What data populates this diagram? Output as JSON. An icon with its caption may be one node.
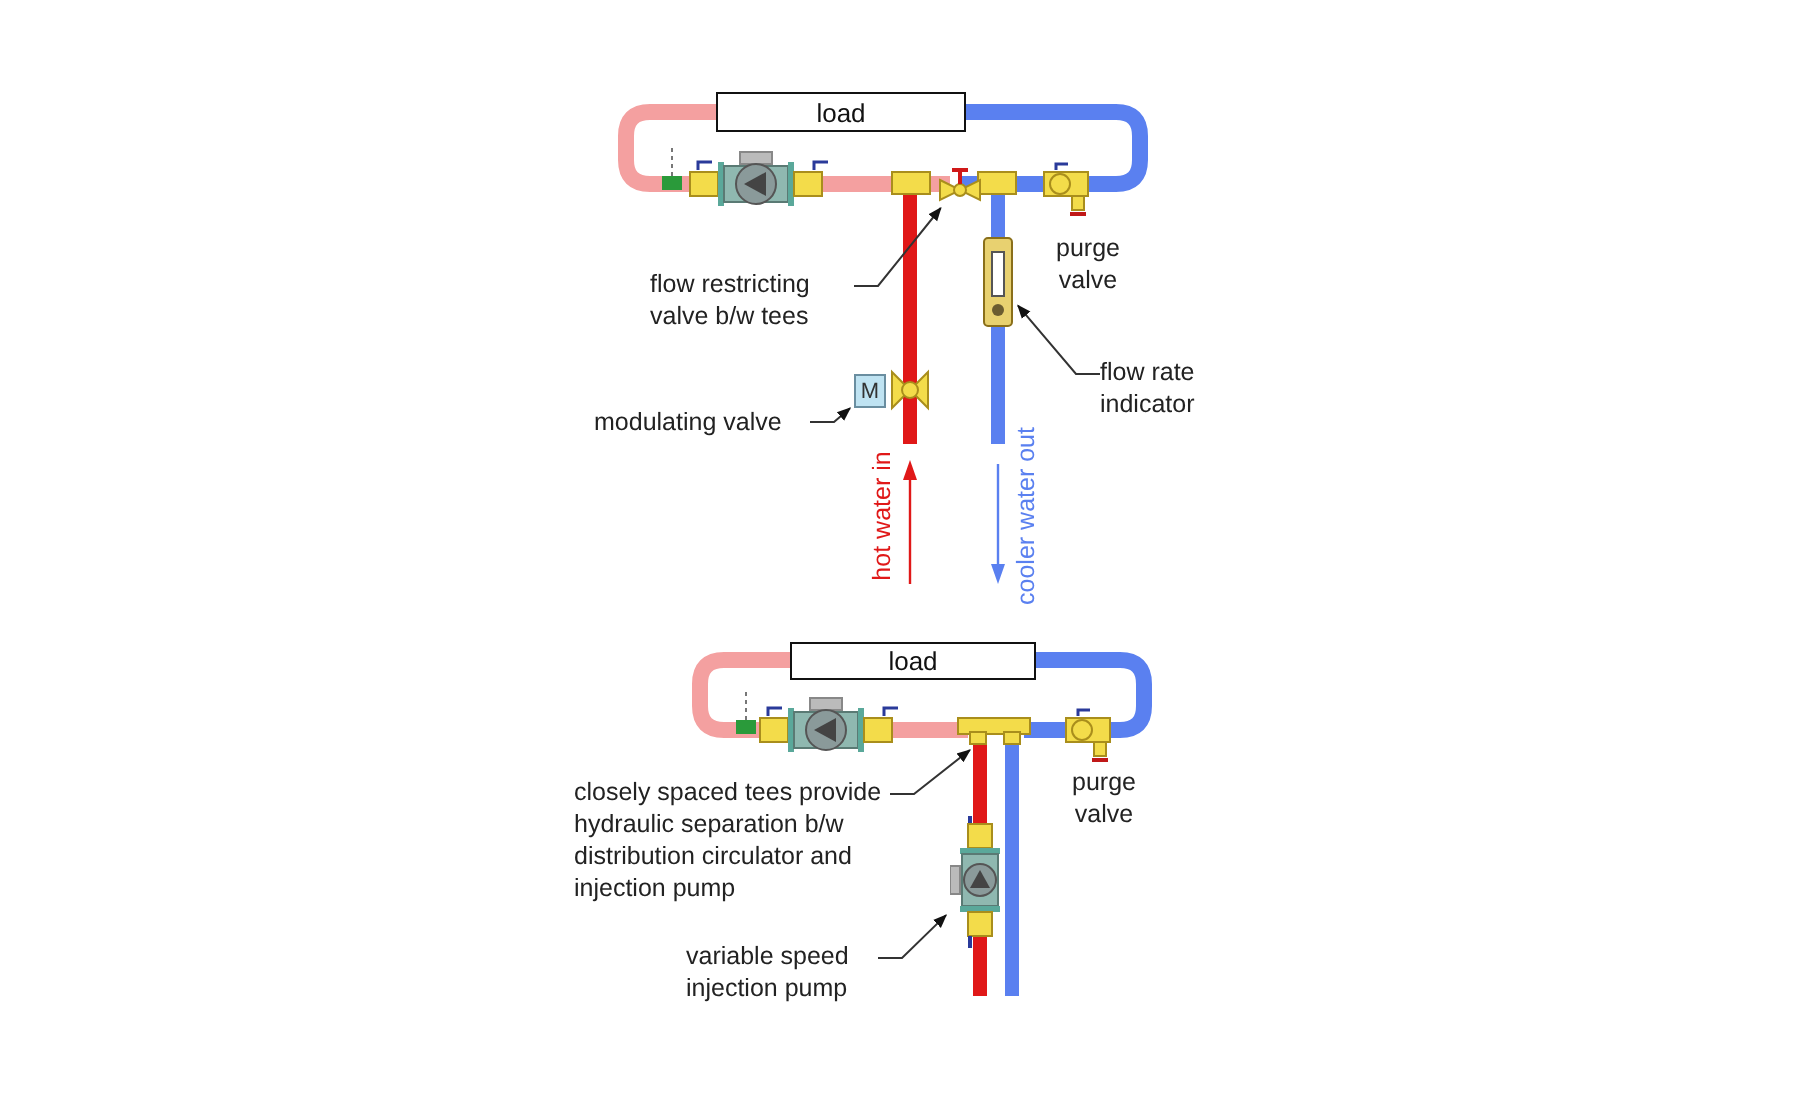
{
  "diagram": {
    "nodes": [
      {
        "text": [
          "load"
        ]
      },
      {
        "text": [
          "flow restricting valve b/w tees"
        ]
      },
      {
        "text": [],
        "shape": "valve"
      },
      {
        "text": [
          "modulating valve"
        ]
      },
      {
        "text": [
          "M"
        ]
      },
      {
        "text": [
          "flow rate indicator"
        ]
      },
      {
        "text": [],
        "shape": "picture"
      },
      {
        "text": [
          "load"
        ]
      },
      {
        "text": [
          "closely spaced tees provide hydraulic separation b/w distribution circulator and injection pump"
        ]
      },
      {
        "text": [],
        "shape": "box"
      },
      {
        "text": [
          "variable speed injection pump"
        ]
      },
      {
        "text": [],
        "shape": "picture"
      }
    ],
    "edges": [
      {
        "from": 1,
        "to": 2,
        "arrow": "to"
      },
      {
        "from": 3,
        "to": 4,
        "arrow": "to"
      },
      {
        "from": 5,
        "to": 6,
        "arrow": "to"
      },
      {
        "from": 8,
        "to": 9,
        "arrow": "to"
      },
      {
        "from": 10,
        "to": 11,
        "arrow": "to"
      }
    ],
    "labels": [
      "purge valve",
      "hot water in",
      "cooler water out",
      "purge valve"
    ]
  }
}
